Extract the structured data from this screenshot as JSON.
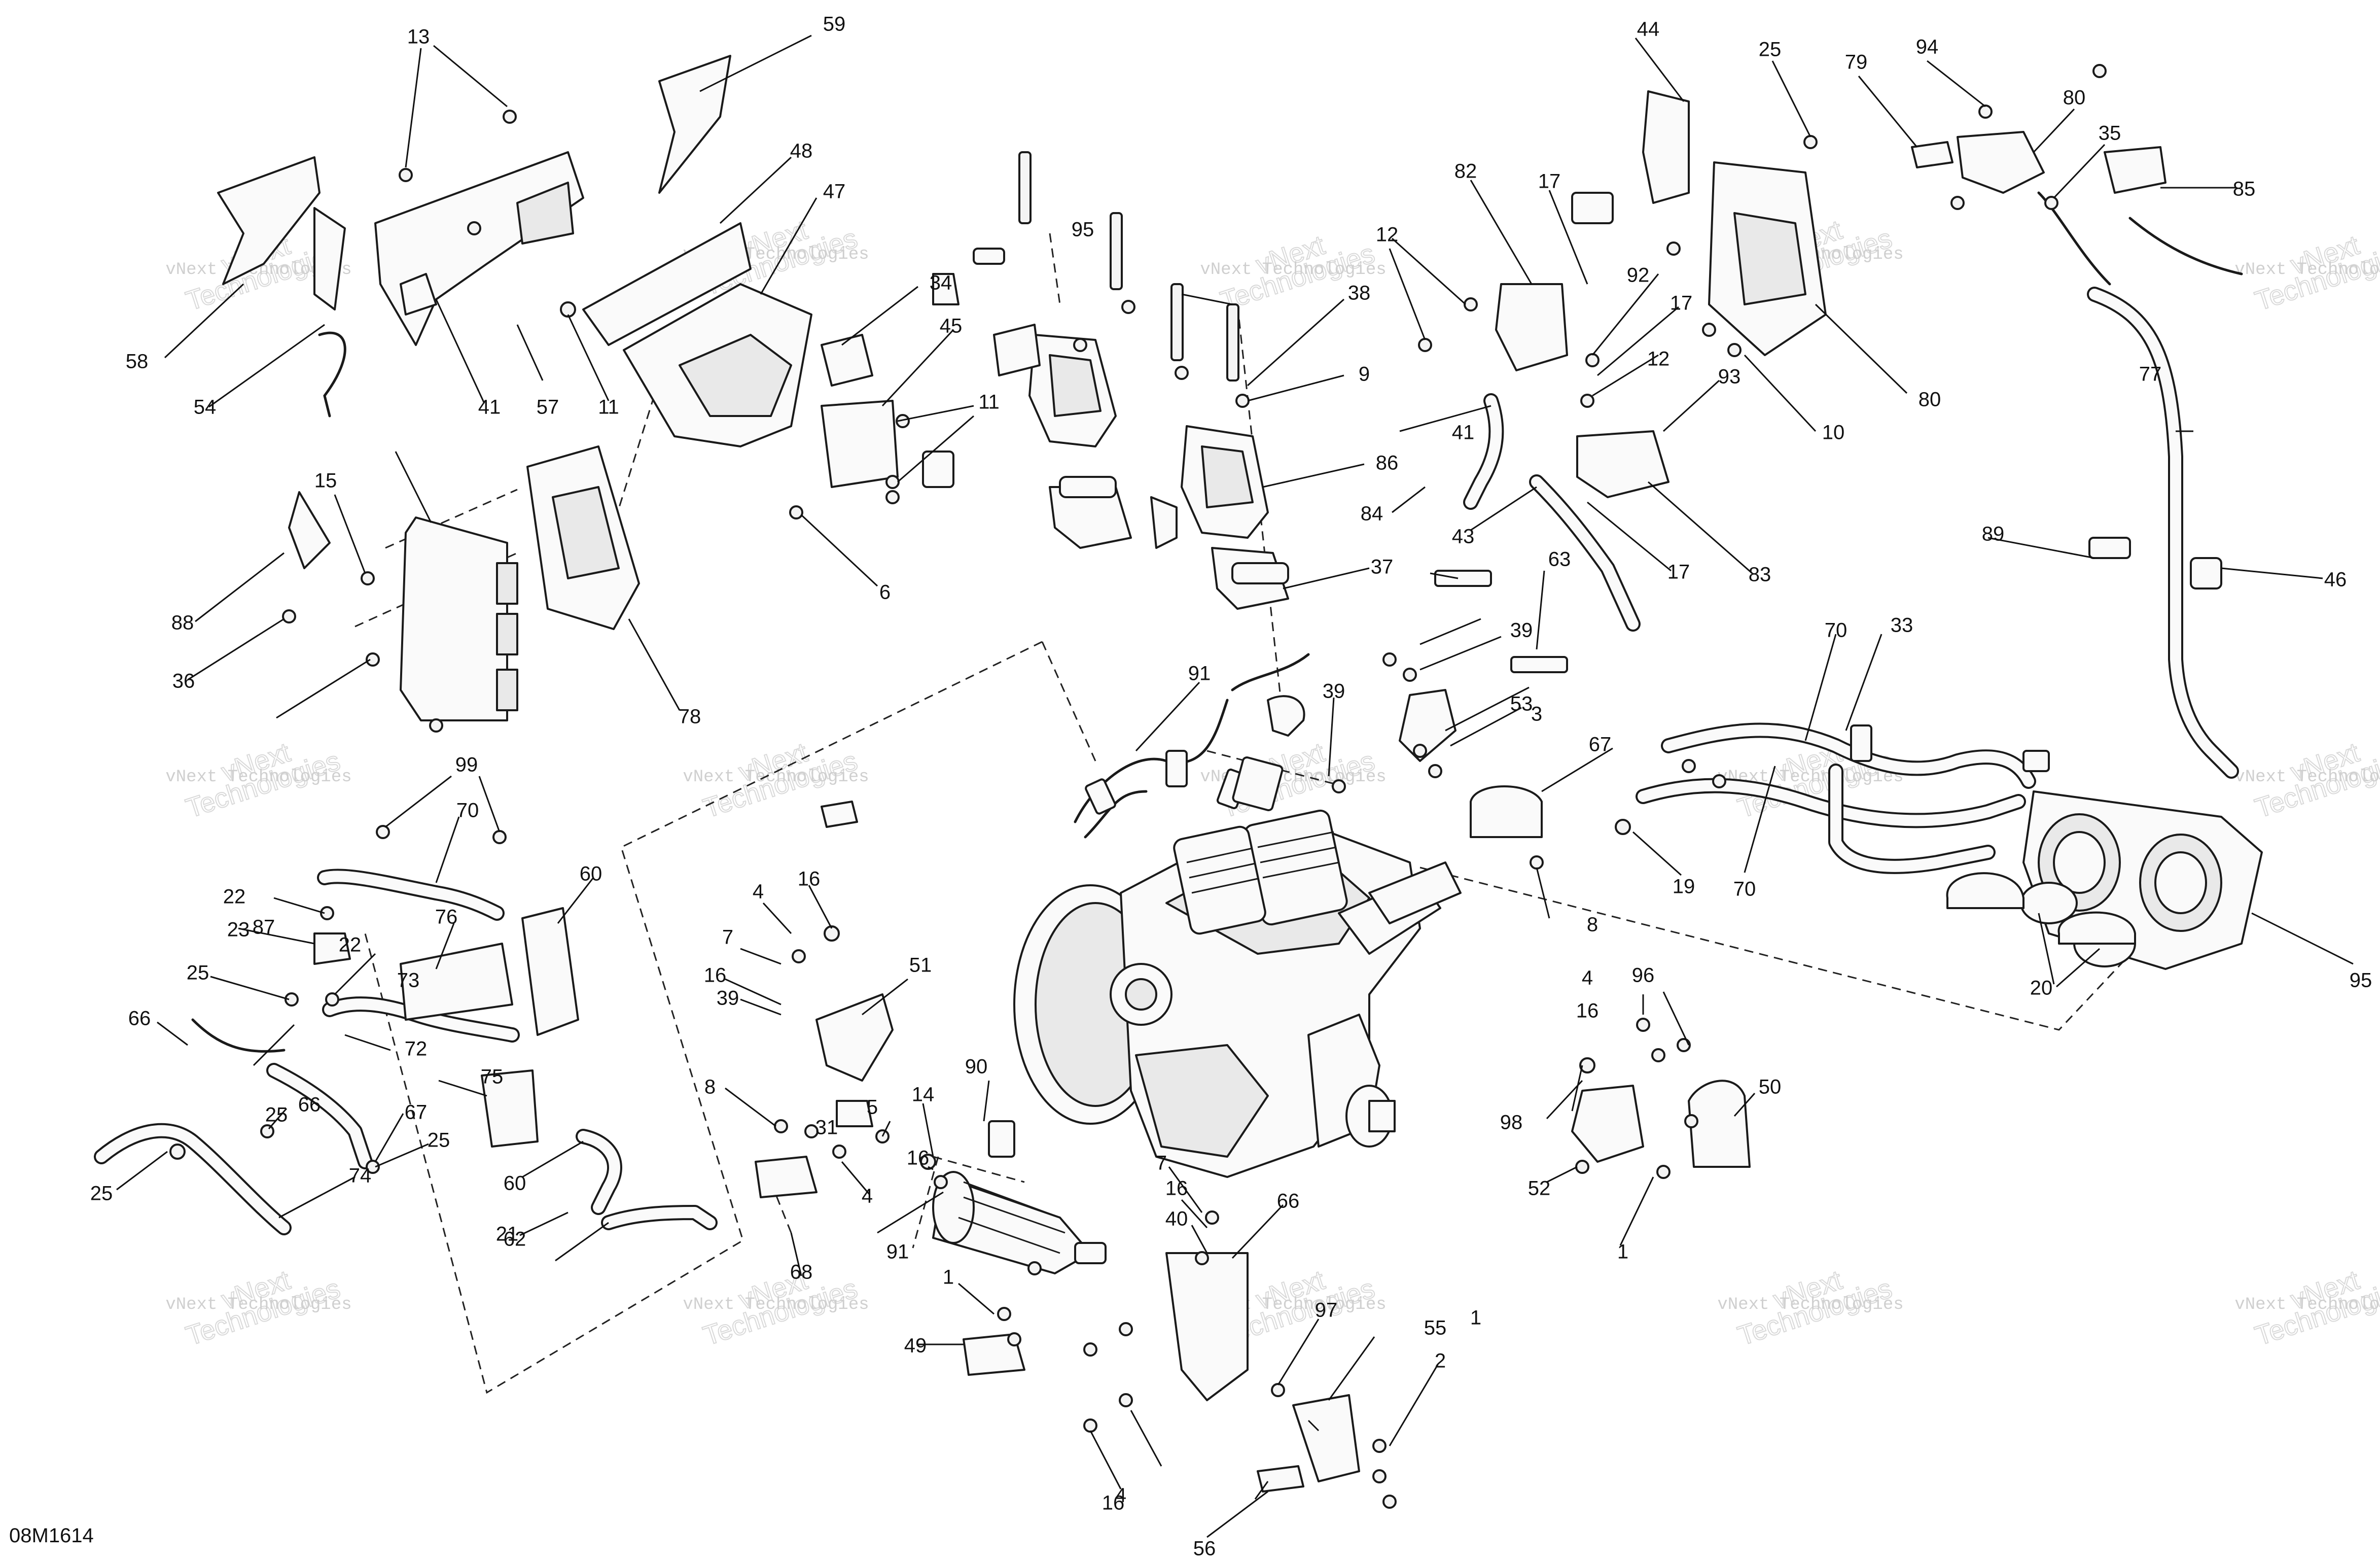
{
  "drawing_code": "08M1614",
  "watermark": {
    "line1": "vNext",
    "line2": "Technologies",
    "caption": "vNext Technologies"
  },
  "callouts": [
    "1",
    "1",
    "1",
    "2",
    "3",
    "4",
    "4",
    "4",
    "4",
    "5",
    "6",
    "7",
    "7",
    "8",
    "8",
    "9",
    "10",
    "11",
    "11",
    "12",
    "12",
    "13",
    "14",
    "15",
    "16",
    "16",
    "16",
    "16",
    "16",
    "16",
    "17",
    "17",
    "17",
    "19",
    "20",
    "21",
    "22",
    "22",
    "23",
    "25",
    "25",
    "25",
    "25",
    "25",
    "31",
    "33",
    "34",
    "35",
    "36",
    "37",
    "38",
    "39",
    "39",
    "39",
    "40",
    "41",
    "41",
    "43",
    "44",
    "45",
    "46",
    "47",
    "48",
    "49",
    "50",
    "51",
    "52",
    "53",
    "54",
    "55",
    "56",
    "57",
    "58",
    "59",
    "60",
    "60",
    "62",
    "63",
    "66",
    "66",
    "66",
    "67",
    "67",
    "68",
    "70",
    "70",
    "70",
    "72",
    "73",
    "74",
    "75",
    "76",
    "77",
    "78",
    "79",
    "80",
    "80",
    "82",
    "83",
    "84",
    "85",
    "86",
    "87",
    "88",
    "89",
    "90",
    "91",
    "91",
    "92",
    "93",
    "94",
    "95",
    "95",
    "96",
    "97",
    "98",
    "99"
  ]
}
